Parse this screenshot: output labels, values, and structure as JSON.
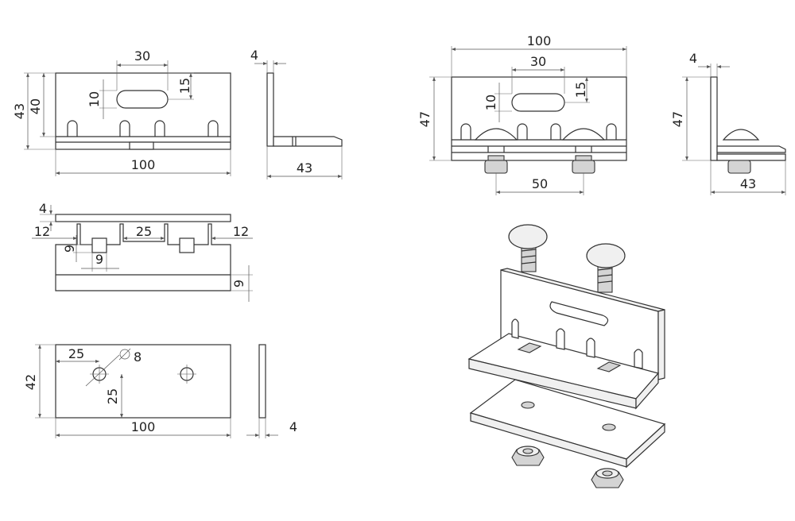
{
  "views": {
    "front_small": {
      "width": "100",
      "height_total": "43",
      "height_plate": "40",
      "slot_length": "30",
      "slot_width": "10",
      "slot_offset": "15"
    },
    "side_small": {
      "thickness": "4",
      "depth": "43"
    },
    "top_small": {
      "thickness": "4",
      "side_margin_left": "12",
      "side_margin_right": "12",
      "center_gap": "25",
      "hole_offset": "9",
      "hole_size": "9",
      "lip_height": "9"
    },
    "plate": {
      "height": "42",
      "hole_x": "25",
      "hole_y": "25",
      "hole_diameter": "8",
      "width": "100",
      "thickness": "4"
    },
    "front_assembled": {
      "width": "100",
      "slot_length": "30",
      "slot_width": "10",
      "slot_offset": "15",
      "height": "47",
      "bolt_spacing": "50"
    },
    "side_assembled": {
      "thickness": "4",
      "height": "47",
      "depth": "43"
    }
  },
  "colors": {
    "line": "#333333",
    "fill_light": "#f0f0f0",
    "fill_metal": "#d4d4d4"
  }
}
